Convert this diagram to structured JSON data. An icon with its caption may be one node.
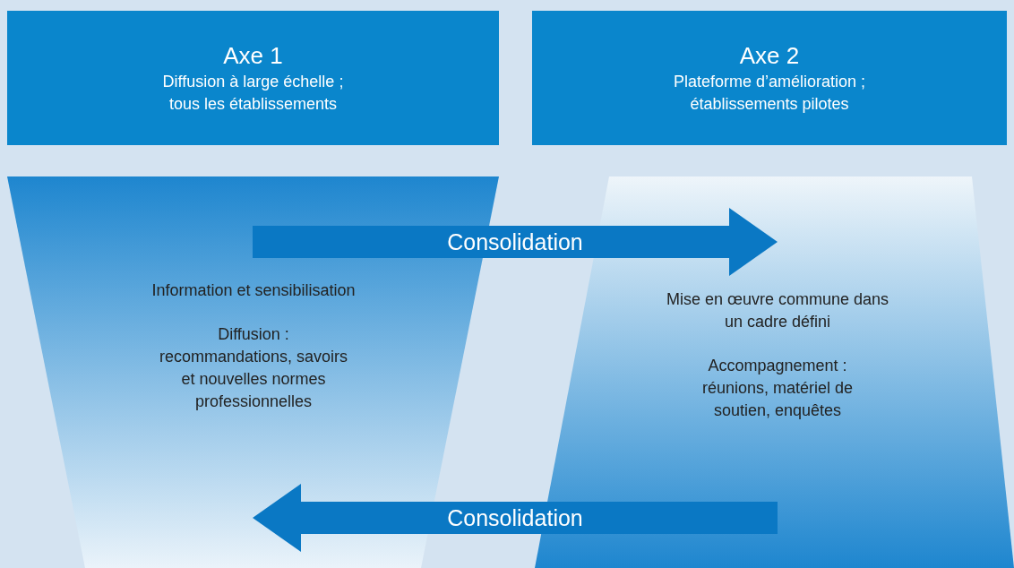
{
  "diagram": {
    "nodes": [
      {
        "text": [
          "Axe 1",
          "Diffusion à large échelle ; tous les établissements"
        ]
      },
      {
        "text": [
          "Axe 2",
          "Plateforme d’amélioration ; établissements pilotes"
        ]
      },
      {
        "text": [
          "Information et sensibilisation",
          "Diffusion : recommandations, savoirs et nouvelles normes professionnelles"
        ]
      },
      {
        "text": [
          "Mise en œuvre commune dans un cadre défini",
          "Accompagnement : réunions, matériel de soutien, enquêtes"
        ]
      }
    ],
    "edges": [
      {
        "from": 2,
        "to": 3,
        "arrow": "to",
        "label": "Consolidation"
      },
      {
        "from": 3,
        "to": 2,
        "arrow": "to",
        "label": "Consolidation"
      }
    ]
  }
}
